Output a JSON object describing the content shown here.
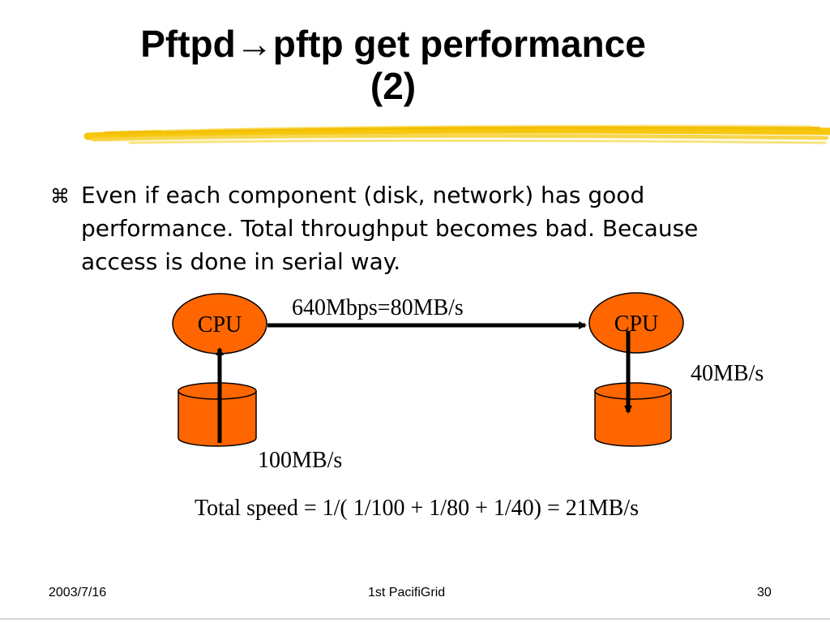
{
  "slide": {
    "title_line1": "Pftpd→pftp get performance",
    "title_line2": "(2)"
  },
  "bullet": {
    "icon": "z-bullet-icon",
    "text": "Even if each component (disk, network) has good performance. Total throughput becomes bad. Because access is done in serial way."
  },
  "diagram": {
    "left_node_label": "CPU",
    "right_node_label": "CPU",
    "network_speed": "640Mbps=80MB/s",
    "left_disk_speed": "100MB/s",
    "right_disk_speed": "40MB/s",
    "total_speed": "Total speed = 1/( 1/100 + 1/80 + 1/40) = 21MB/s",
    "colors": {
      "node_fill": "#ff6600",
      "brush_stroke": "#f5c400",
      "arrow": "#000000"
    }
  },
  "footer": {
    "date": "2003/7/16",
    "event": "1st PacifiGrid",
    "page_number": "30"
  }
}
